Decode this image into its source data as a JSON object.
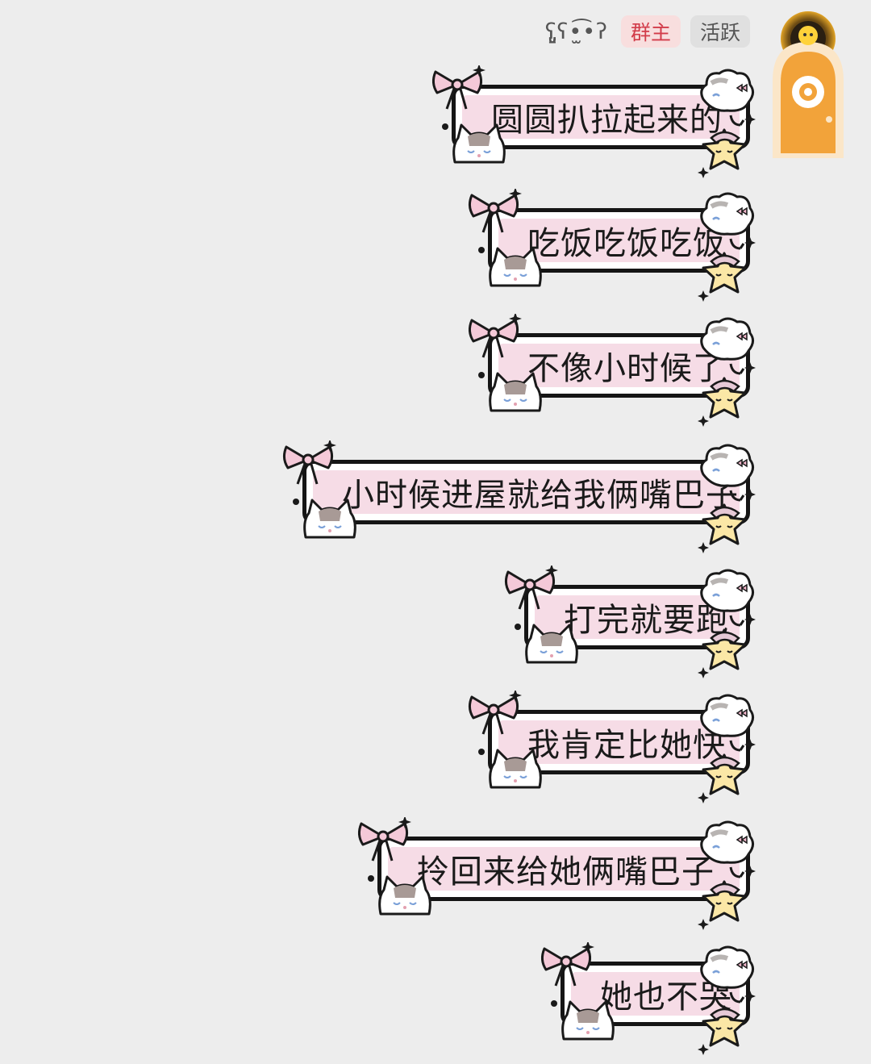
{
  "header": {
    "nickname": "ʕ̡̢̡̡̢̡ʕ•̫͡•ʔ",
    "badge_owner": "群主",
    "badge_active": "活跃"
  },
  "messages": [
    {
      "text": "圆圆扒拉起来的"
    },
    {
      "text": "吃饭吃饭吃饭"
    },
    {
      "text": "不像小时候了"
    },
    {
      "text": "小时候进屋就给我俩嘴巴子"
    },
    {
      "text": "打完就要跑"
    },
    {
      "text": "我肯定比她快"
    },
    {
      "text": "拎回来给她俩嘴巴子"
    },
    {
      "text": "她也不哭"
    }
  ],
  "colors": {
    "background": "#ededed",
    "bubble_fill": "#f6dce6",
    "bubble_border": "#151515",
    "owner_badge": "#d23c4a",
    "avatar_door": "#f2a33a"
  },
  "icons": [
    "bow-icon",
    "cat-icon",
    "bunny-icon",
    "star-icon",
    "sparkle-icon",
    "door-avatar-icon"
  ]
}
